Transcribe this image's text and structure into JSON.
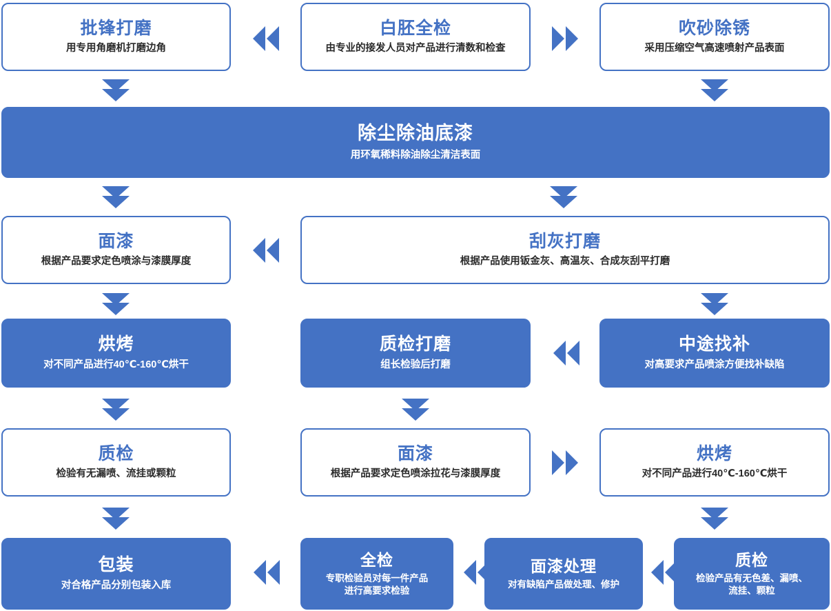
{
  "theme": {
    "accent": "#4472c4",
    "box_fill_light": "#ffffff",
    "box_fill_dark": "#4472c4",
    "text_dark": "#2b2b2b",
    "text_light": "#ffffff",
    "page_background": "#ffffff"
  },
  "diagram": {
    "type": "process-flowchart",
    "language": "zh-CN",
    "direction": "serpentine",
    "row_count": 6,
    "node_count": 16,
    "arrow_count": 15
  },
  "nodes": [
    {
      "id": "n01",
      "title": "批锋打磨",
      "desc": "用专用角磨机打磨边角",
      "style": "outline",
      "row": 1,
      "column": "left"
    },
    {
      "id": "n02",
      "title": "白胚全检",
      "desc": "由专业的接发人员对产品进行清数和检查",
      "style": "outline",
      "row": 1,
      "column": "center"
    },
    {
      "id": "n03",
      "title": "吹砂除锈",
      "desc": "采用压缩空气高速喷射产品表面",
      "style": "outline",
      "row": 1,
      "column": "right"
    },
    {
      "id": "n04",
      "title": "除尘除油底漆",
      "desc": "用环氧稀料除油除尘清洁表面",
      "style": "filled",
      "row": 2,
      "column": "full"
    },
    {
      "id": "n05",
      "title": "面漆",
      "desc": "根据产品要求定色喷涂与漆膜厚度",
      "style": "outline",
      "row": 3,
      "column": "left"
    },
    {
      "id": "n06",
      "title": "刮灰打磨",
      "desc": "根据产品使用钣金灰、高温灰、合成灰刮平打磨",
      "style": "outline",
      "row": 3,
      "column": "center-right"
    },
    {
      "id": "n07",
      "title": "烘烤",
      "desc": "对不同产品进行40℃-160℃烘干",
      "style": "filled",
      "row": 4,
      "column": "left"
    },
    {
      "id": "n08",
      "title": "质检打磨",
      "desc": "组长检验后打磨",
      "style": "filled",
      "row": 4,
      "column": "center"
    },
    {
      "id": "n09",
      "title": "中途找补",
      "desc": "对高要求产品喷涂方便找补缺陷",
      "style": "filled",
      "row": 4,
      "column": "right"
    },
    {
      "id": "n10",
      "title": "质检",
      "desc": "检验有无漏喷、流挂或颗粒",
      "style": "outline",
      "row": 5,
      "column": "left"
    },
    {
      "id": "n11",
      "title": "面漆",
      "desc": "根据产品要求定色喷涂拉花与漆膜厚度",
      "style": "outline",
      "row": 5,
      "column": "center"
    },
    {
      "id": "n12",
      "title": "烘烤",
      "desc": "对不同产品进行40℃-160℃烘干",
      "style": "outline",
      "row": 5,
      "column": "right"
    },
    {
      "id": "n13",
      "title": "包装",
      "desc": "对合格产品分别包装入库",
      "style": "filled",
      "row": 6,
      "column": "b1"
    },
    {
      "id": "n14",
      "title": "全检",
      "desc": "专职检验员对每一件产品\n进行高要求检验",
      "style": "filled",
      "row": 6,
      "column": "b2"
    },
    {
      "id": "n15",
      "title": "面漆处理",
      "desc": "对有缺陷产品做处理、修护",
      "style": "filled",
      "row": 6,
      "column": "b3"
    },
    {
      "id": "n16",
      "title": "质检",
      "desc": "检验产品有无色差、漏喷、\n流挂、颗粒",
      "style": "filled",
      "row": 6,
      "column": "b4"
    }
  ],
  "arrows": [
    {
      "id": "a01",
      "icon": "double-chevron-left-icon",
      "direction": "left",
      "from": "n02",
      "to": "n01"
    },
    {
      "id": "a02",
      "icon": "double-chevron-right-icon",
      "direction": "right",
      "from": "n02",
      "to": "n03"
    },
    {
      "id": "a03",
      "icon": "double-chevron-down-icon",
      "direction": "down",
      "from": "n01",
      "to": "n04"
    },
    {
      "id": "a04",
      "icon": "double-chevron-down-icon",
      "direction": "down",
      "from": "n03",
      "to": "n04"
    },
    {
      "id": "a05",
      "icon": "double-chevron-down-icon",
      "direction": "down",
      "from": "n04",
      "to": "n05"
    },
    {
      "id": "a06",
      "icon": "double-chevron-down-icon",
      "direction": "down",
      "from": "n04",
      "to": "n06"
    },
    {
      "id": "a07",
      "icon": "double-chevron-left-icon",
      "direction": "left",
      "from": "n06",
      "to": "n05"
    },
    {
      "id": "a08",
      "icon": "double-chevron-down-icon",
      "direction": "down",
      "from": "n05",
      "to": "n07"
    },
    {
      "id": "a09",
      "icon": "double-chevron-down-icon",
      "direction": "down",
      "from": "n06",
      "to": "n09"
    },
    {
      "id": "a10",
      "icon": "double-chevron-left-icon",
      "direction": "left",
      "from": "n09",
      "to": "n08"
    },
    {
      "id": "a11",
      "icon": "double-chevron-down-icon",
      "direction": "down",
      "from": "n07",
      "to": "n10"
    },
    {
      "id": "a12",
      "icon": "double-chevron-down-icon",
      "direction": "down",
      "from": "n08",
      "to": "n11"
    },
    {
      "id": "a13",
      "icon": "double-chevron-right-icon",
      "direction": "right",
      "from": "n11",
      "to": "n12"
    },
    {
      "id": "a14",
      "icon": "double-chevron-down-icon",
      "direction": "down",
      "from": "n10",
      "to": "n13"
    },
    {
      "id": "a15",
      "icon": "double-chevron-down-icon",
      "direction": "down",
      "from": "n12",
      "to": "n16"
    },
    {
      "id": "a16",
      "icon": "double-chevron-left-icon",
      "direction": "left",
      "from": "n16",
      "to": "n15"
    },
    {
      "id": "a17",
      "icon": "double-chevron-left-icon",
      "direction": "left",
      "from": "n15",
      "to": "n14"
    },
    {
      "id": "a18",
      "icon": "double-chevron-left-icon",
      "direction": "left",
      "from": "n14",
      "to": "n13"
    }
  ]
}
